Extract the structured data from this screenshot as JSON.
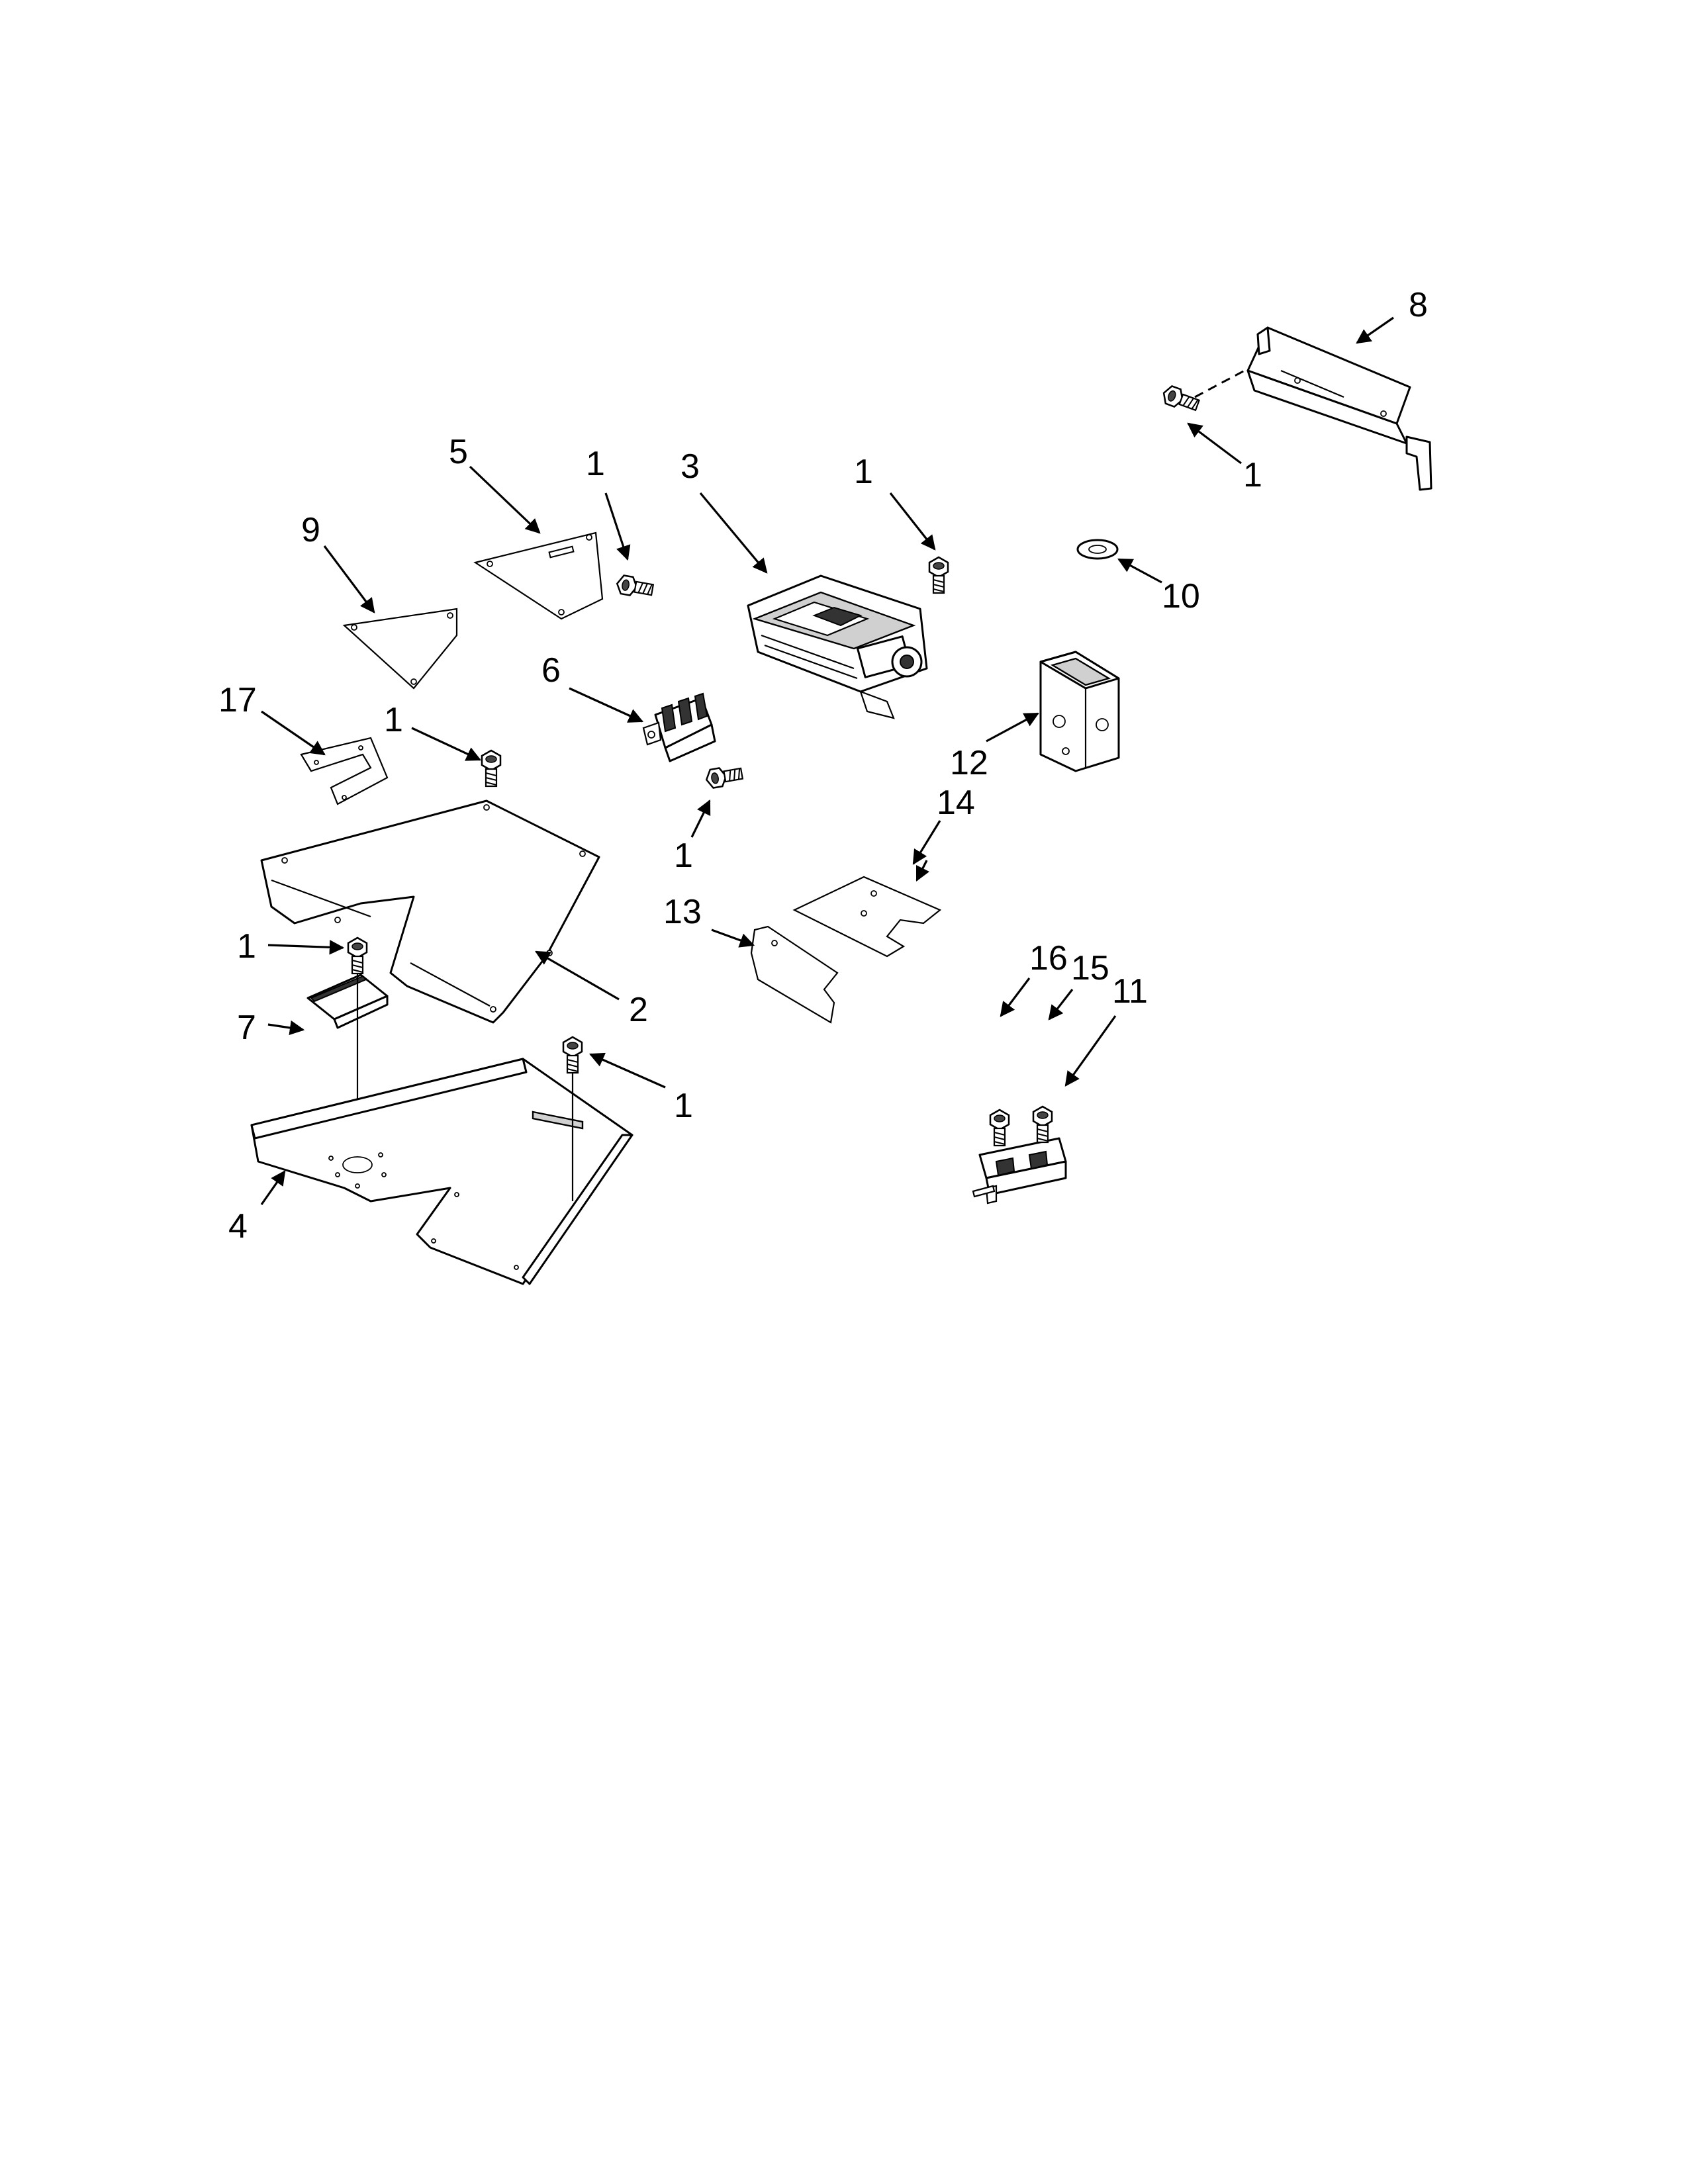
{
  "diagram": {
    "callouts": {
      "c1_screw8": "1",
      "c1_top": "1",
      "c1_bracket3": "1",
      "c1_rect6": "1",
      "c1_plate2": "1",
      "c1_left": "1",
      "c1_right": "1",
      "c2": "2",
      "c3": "3",
      "c4": "4",
      "c5": "5",
      "c6": "6",
      "c7": "7",
      "c8": "8",
      "c9": "9",
      "c10": "10",
      "c11": "11",
      "c12": "12",
      "c13": "13",
      "c14": "14",
      "c15": "15",
      "c16": "16",
      "c17": "17"
    }
  }
}
